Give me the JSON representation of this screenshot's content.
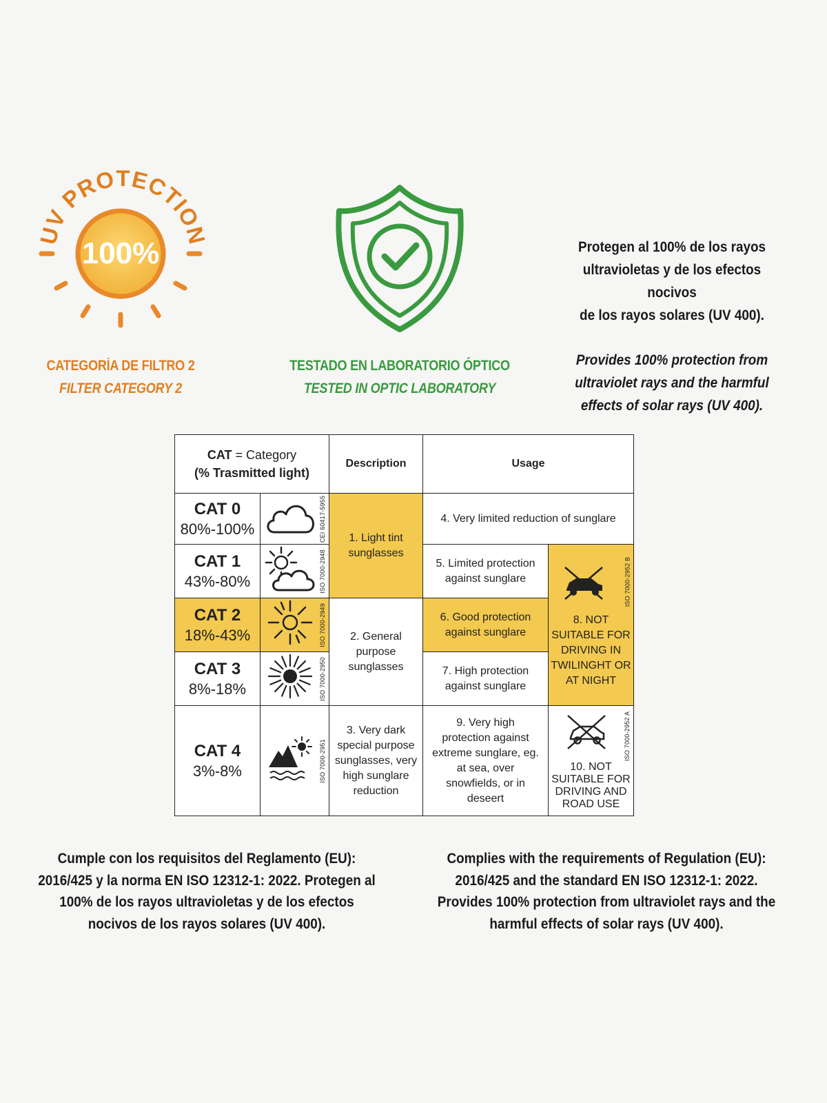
{
  "colors": {
    "orange": "#e07f21",
    "sun_yellow": "#f6c34a",
    "green": "#3a9a3f",
    "highlight": "#f3c94f"
  },
  "uv_badge": {
    "arc_text": "UV PROTECTION",
    "percent": "100%",
    "icon": "sun-icon"
  },
  "lab_badge": {
    "icon": "shield-check-icon"
  },
  "captions": {
    "filter_es": "CATEGORÍA DE FILTRO 2",
    "filter_en": "FILTER CATEGORY 2",
    "lab_es": "TESTADO EN LABORATORIO ÓPTICO",
    "lab_en": "TESTED IN OPTIC LABORATORY"
  },
  "intro": {
    "es": [
      "Protegen al 100% de los rayos",
      "ultravioletas y de los efectos nocivos",
      "de los rayos solares (UV 400)."
    ],
    "en": [
      "Provides 100% protection from",
      "ultraviolet rays and the harmful",
      "effects of solar rays (UV 400)."
    ]
  },
  "table": {
    "header": {
      "cat_bold": "CAT",
      "cat_rest": " = Category",
      "trans": "(% Trasmitted light)",
      "description": "Description",
      "usage": "Usage"
    },
    "rows": [
      {
        "cat": "CAT 0",
        "range": "80%-100%",
        "icon": "cloud-icon",
        "iso": "CEI 60417-5955"
      },
      {
        "cat": "CAT 1",
        "range": "43%-80%",
        "icon": "sun-cloud-icon",
        "iso": "ISO 7000-2948"
      },
      {
        "cat": "CAT 2",
        "range": "18%-43%",
        "icon": "sun-icon",
        "iso": "ISO 7000-2949"
      },
      {
        "cat": "CAT 3",
        "range": "8%-18%",
        "icon": "strong-sun-icon",
        "iso": "ISO 7000-2950"
      },
      {
        "cat": "CAT 4",
        "range": "3%-8%",
        "icon": "mountain-sea-sun-icon",
        "iso": "ISO 7000-2951"
      }
    ],
    "descriptions": {
      "d1": "1. Light tint sunglasses",
      "d2": "2. General purpose sunglasses",
      "d3": "3. Very dark special purpose sunglasses, very high sunglare reduction"
    },
    "usages": {
      "u4": "4. Very limited reduction of sunglare",
      "u5": "5. Limited protection against sunglare",
      "u6": "6. Good protection against sunglare",
      "u7": "7. High protection against sunglare",
      "u8": "8. NOT SUITABLE FOR DRIVING IN TWILINGHT OR AT NIGHT",
      "u8_iso": "ISO 7000-2952 B",
      "u9": "9. Very high protection against extreme sunglare, eg. at sea, over snowfields, or in deseert",
      "u10": "10. NOT SUITABLE FOR DRIVING AND ROAD USE",
      "u10_iso": "ISO 7000-2952 A"
    }
  },
  "footer": {
    "es": "Cumple con los requisitos del Reglamento (EU): 2016/425 y la norma EN ISO 12312-1: 2022. Protegen al 100% de los rayos ultravioletas y de los efectos nocivos de los rayos solares (UV 400).",
    "en": "Complies with the requirements of Regulation (EU): 2016/425 and the standard EN ISO 12312-1: 2022. Provides 100% protection from ultraviolet rays and the harmful effects of solar rays (UV 400)."
  }
}
